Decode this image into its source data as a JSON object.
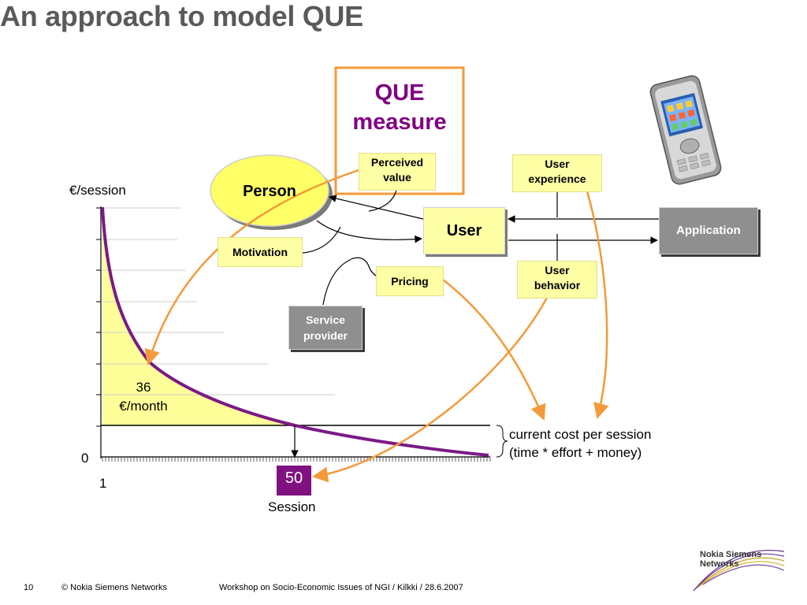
{
  "slide": {
    "title": "An approach to model QUE",
    "que_measure": "QUE\nmeasure",
    "nodes": {
      "person": "Person",
      "perceived_value": "Perceived\nvalue",
      "motivation": "Motivation",
      "user": "User",
      "application": "Application",
      "user_experience": "User\nexperience",
      "user_behavior": "User\nbehavior",
      "pricing": "Pricing",
      "service_provider": "Service\nprovider"
    },
    "annotation": "current cost per session\n(time * effort + money)",
    "area_label": "36\n€/month",
    "marker_value": "50"
  },
  "chart_data": {
    "type": "area",
    "ylabel": "€/session",
    "xlabel": "Session",
    "x_ticks": [
      "1",
      "50"
    ],
    "y_ticks": [
      "0"
    ],
    "area_total": "36 €/month",
    "intersection_session": 50,
    "current_cost_label": "current cost per session (time * effort + money)"
  },
  "footer": {
    "page": "10",
    "copyright": "© Nokia Siemens Networks",
    "event": "Workshop on Socio-Economic Issues of NGI / Kilkki / 28.6.2007",
    "logo_line1": "Nokia Siemens",
    "logo_line2": "Networks"
  },
  "colors": {
    "curve": "#7a1a86",
    "arrows": "#f39a3a",
    "fill": "#ffff9a",
    "marker": "#7f1280",
    "title": "#5a5a5a"
  }
}
